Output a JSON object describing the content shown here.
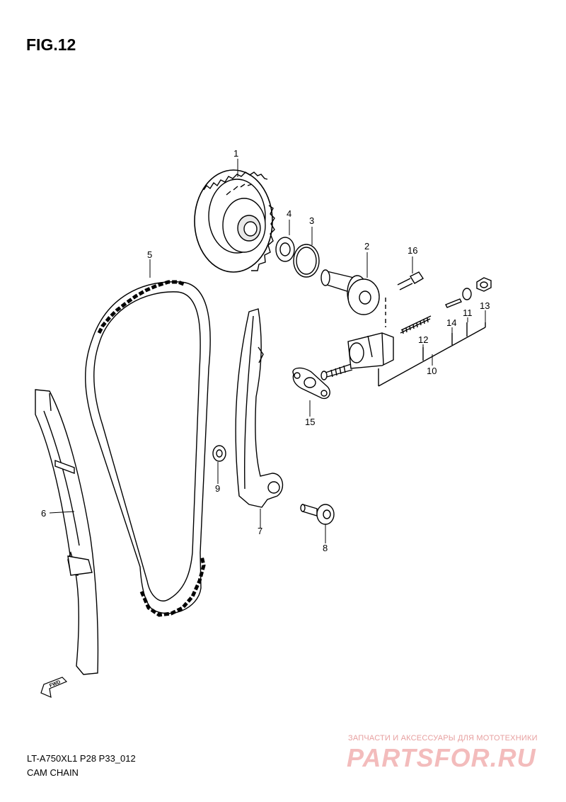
{
  "figure": {
    "title": "FIG.12"
  },
  "parts": [
    {
      "ref": "1"
    },
    {
      "ref": "2"
    },
    {
      "ref": "3"
    },
    {
      "ref": "4"
    },
    {
      "ref": "5"
    },
    {
      "ref": "6"
    },
    {
      "ref": "7"
    },
    {
      "ref": "8"
    },
    {
      "ref": "9"
    },
    {
      "ref": "10"
    },
    {
      "ref": "11"
    },
    {
      "ref": "12"
    },
    {
      "ref": "13"
    },
    {
      "ref": "14"
    },
    {
      "ref": "15"
    },
    {
      "ref": "16"
    }
  ],
  "fwd_label": "FWD",
  "footer": {
    "code": "LT-A750XL1 P28 P33_012",
    "name": "CAM CHAIN"
  },
  "watermark": {
    "tagline": "ЗАПЧАСТИ И АКСЕССУАРЫ ДЛЯ МОТОТЕХНИКИ",
    "logo": "PARTSFOR.RU"
  }
}
